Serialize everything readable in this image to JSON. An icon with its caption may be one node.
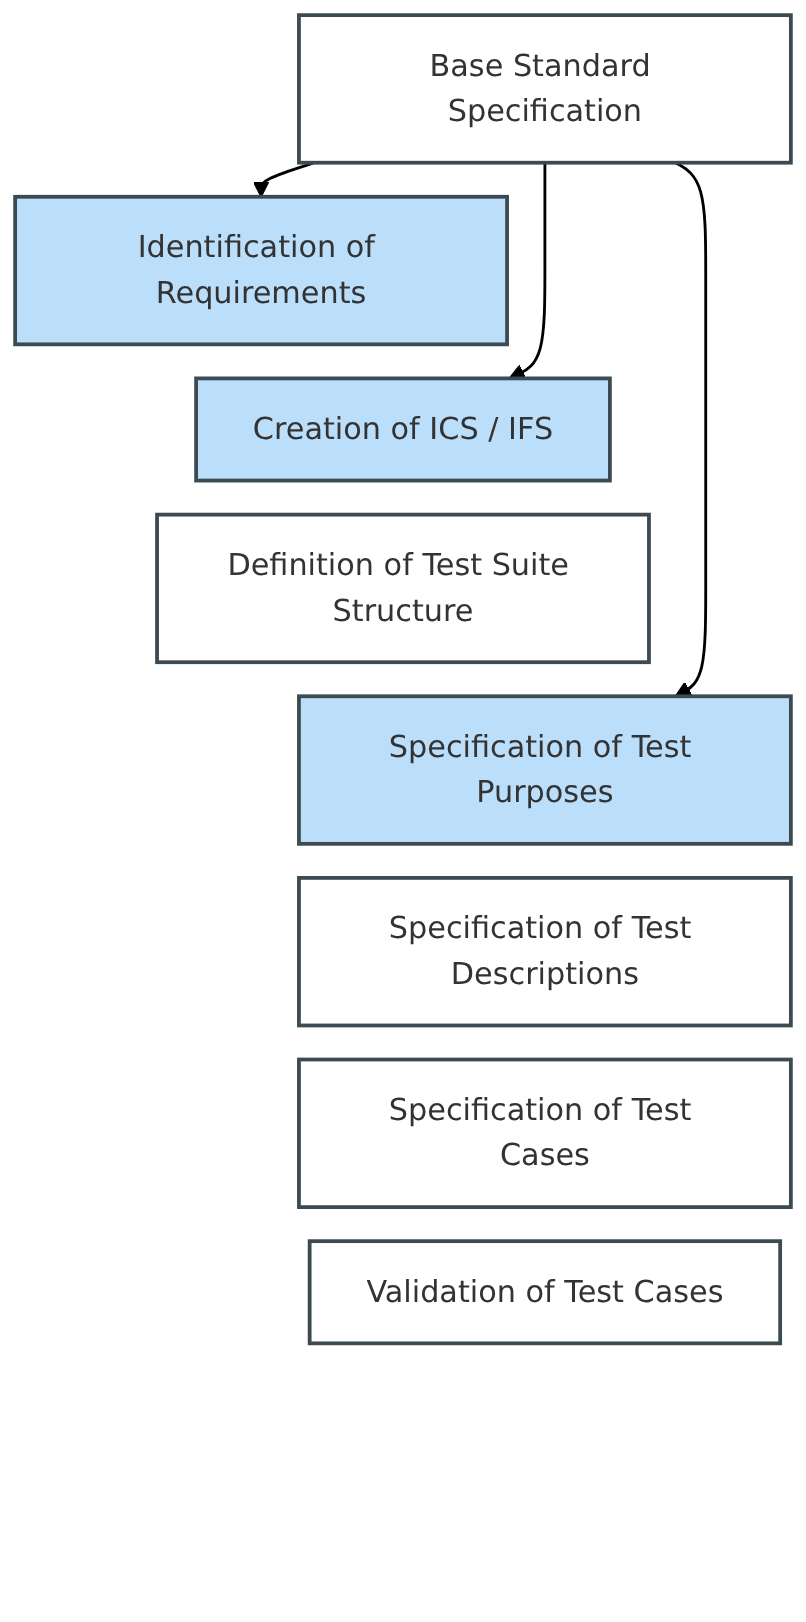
{
  "diagram": {
    "nodes": [
      {
        "text": [
          "Base Standard Specification"
        ]
      },
      {
        "text": [
          "Identification of Requirements"
        ]
      },
      {
        "text": [
          "Creation of ICS / IFS"
        ]
      },
      {
        "text": [
          "Definition of Test Suite Structure"
        ]
      },
      {
        "text": [
          "Specification of Test Purposes"
        ]
      },
      {
        "text": [
          "Specification of Test Descriptions"
        ]
      },
      {
        "text": [
          "Specification of Test Cases"
        ]
      },
      {
        "text": [
          "Validation of Test Cases"
        ]
      }
    ],
    "edges": [
      {
        "from": 0,
        "to": 1,
        "arrow": "to"
      },
      {
        "from": 0,
        "to": 2,
        "arrow": "to"
      },
      {
        "from": 0,
        "to": 4,
        "arrow": "to"
      }
    ]
  }
}
